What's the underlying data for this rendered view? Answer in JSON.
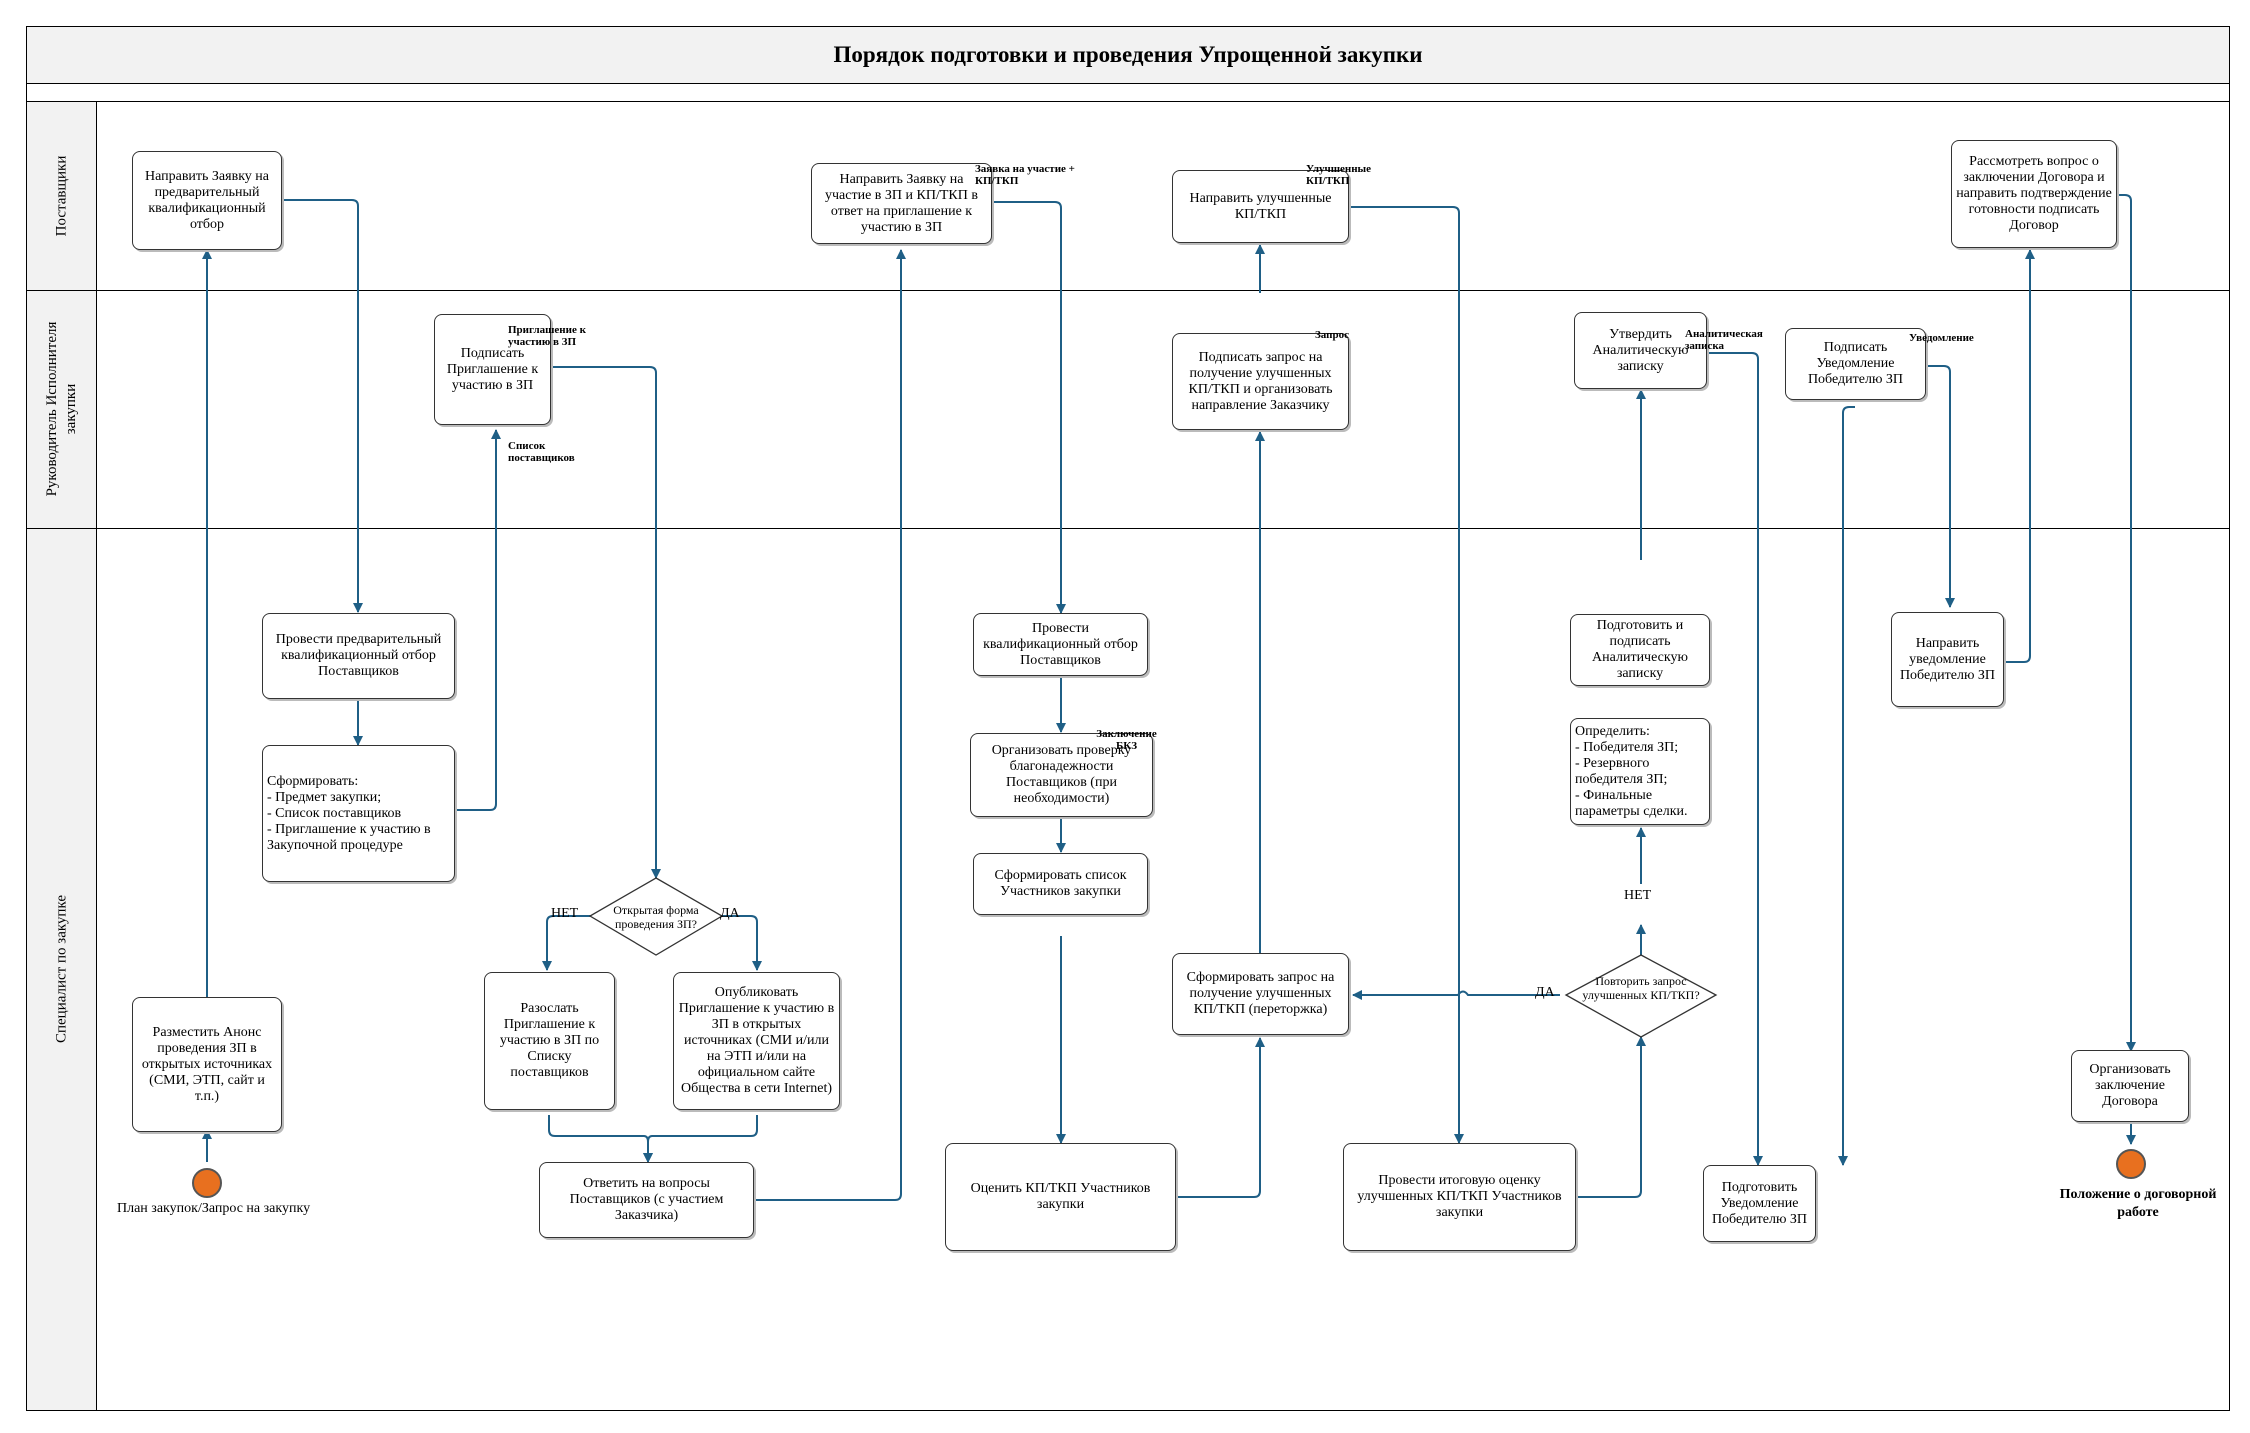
{
  "title": "Порядок подготовки и проведения Упрощенной закупки",
  "lanes": [
    "Поставщики",
    "Руководитель Исполнителя закупки",
    "Специалист по закупке"
  ],
  "nodes": {
    "n_prequal_request": "Направить Заявку на предварительный квалификационный отбор",
    "n_apply_zp": "Направить Заявку на участие в ЗП и КП/ТКП в ответ на приглашение к участию в ЗП",
    "n_improved_kp": "Направить улучшенные КП/ТКП",
    "n_consider_contract": "Рассмотреть вопрос о заключении Договора и направить подтверждение готовности подписать Договор",
    "n_sign_invitation": "Подписать Приглашение к участию в ЗП",
    "n_sign_request": "Подписать запрос на получение улучшенных КП/ТКП и организовать направление Заказчику",
    "n_approve_note": "Утвердить Аналитическую записку",
    "n_sign_notice": "Подписать Уведомление Победителю ЗП",
    "n_announce": "Разместить Анонс проведения ЗП в открытых источниках (СМИ, ЭТП, сайт и т.п.)",
    "n_do_prequal": "Провести предварительный квалификационный отбор Поставщиков",
    "n_form": "Сформировать:\n- Предмет закупки;\n- Список поставщиков\n- Приглашение к участию в Закупочной процедуре",
    "n_send_invites": "Разослать Приглашение к участию в ЗП по Списку поставщиков",
    "n_publish": "Опубликовать Приглашение к участию в ЗП в открытых источниках (СМИ и/или на ЭТП и/или на официальном сайте Общества в сети Internet)",
    "n_answer": "Ответить на вопросы Поставщиков (с участием Заказчика)",
    "n_qual": "Провести квалификационный отбор Поставщиков",
    "n_check": "Организовать проверку благонадежности Поставщиков (при необходимости)",
    "n_list": "Сформировать список Участников закупки",
    "n_evaluate": "Оценить КП/ТКП Участников закупки",
    "n_form_request": "Сформировать запрос на получение улучшенных КП/ТКП (переторжка)",
    "n_final_eval": "Провести итоговую оценку улучшенных КП/ТКП Участников закупки",
    "n_prep_note": "Подготовить и подписать Аналитическую записку",
    "n_determine": "Определить:\n- Победителя ЗП;\n- Резервного победителя ЗП;\n- Финальные параметры сделки.",
    "n_prep_notice": "Подготовить Уведомление Победителю ЗП",
    "n_send_notice": "Направить уведомление Победителю ЗП",
    "n_contract": "Организовать заключение Договора"
  },
  "decisions": {
    "d_form": "Открытая форма проведения ЗП?",
    "d_repeat": "Повторить запрос улучшенных КП/ТКП?"
  },
  "documents": {
    "doc_invitation": "Приглашение к участию в ЗП",
    "doc_supplier_list": "Список поставщиков",
    "doc_application": "Заявка на участие + КП/ТКП",
    "doc_improved": "Улучшенные КП/ТКП",
    "doc_request": "Запрос",
    "doc_bkz": "Заключение БКЗ",
    "doc_analytic": "Аналитическая записка",
    "doc_notice": "Уведомление"
  },
  "labels": {
    "no1": "НЕТ",
    "yes1": "ДА",
    "no2": "НЕТ",
    "yes2": "ДА"
  },
  "events": {
    "start": "План закупок/Запрос на закупку",
    "end": "Положение о договорной работе"
  },
  "colors": {
    "edge": "#1f5f86",
    "event_fill": "#e8701f",
    "doc_fill": "#eef2e2",
    "doc_fill_blue": "#dff0f7"
  }
}
